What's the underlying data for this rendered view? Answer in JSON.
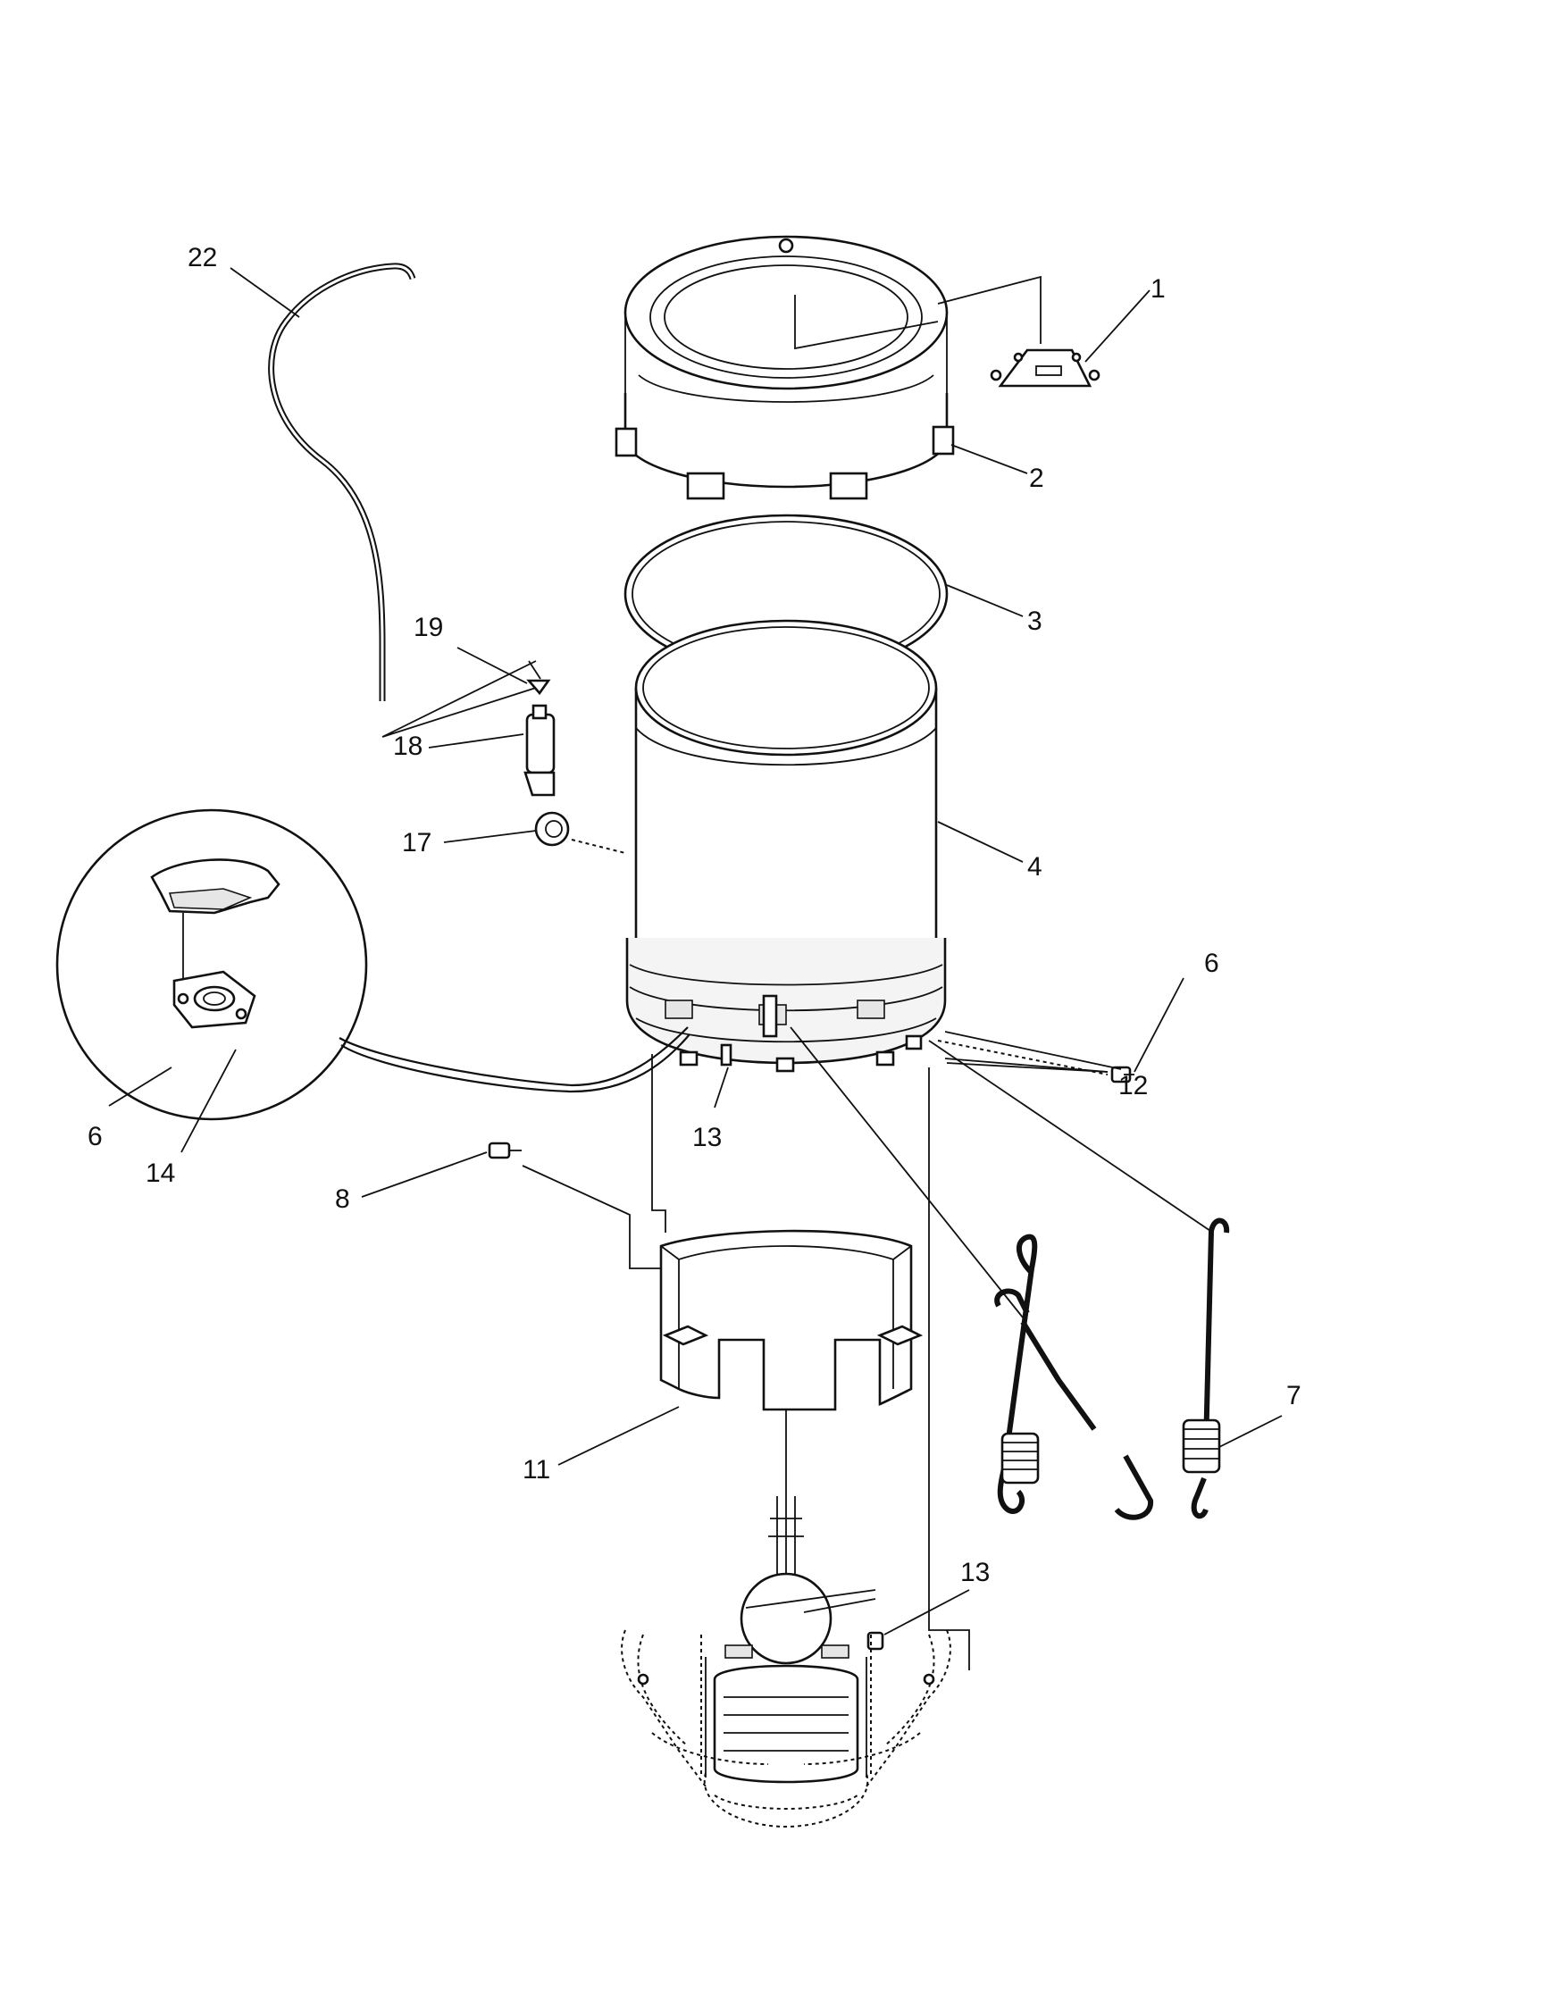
{
  "callouts": {
    "c1": "1",
    "c2": "2",
    "c3": "3",
    "c4": "4",
    "c6a": "6",
    "c6b": "6",
    "c7": "7",
    "c8": "8",
    "c11": "11",
    "c12": "12",
    "c13a": "13",
    "c13b": "13",
    "c14": "14",
    "c17": "17",
    "c18": "18",
    "c19": "19",
    "c22": "22"
  }
}
